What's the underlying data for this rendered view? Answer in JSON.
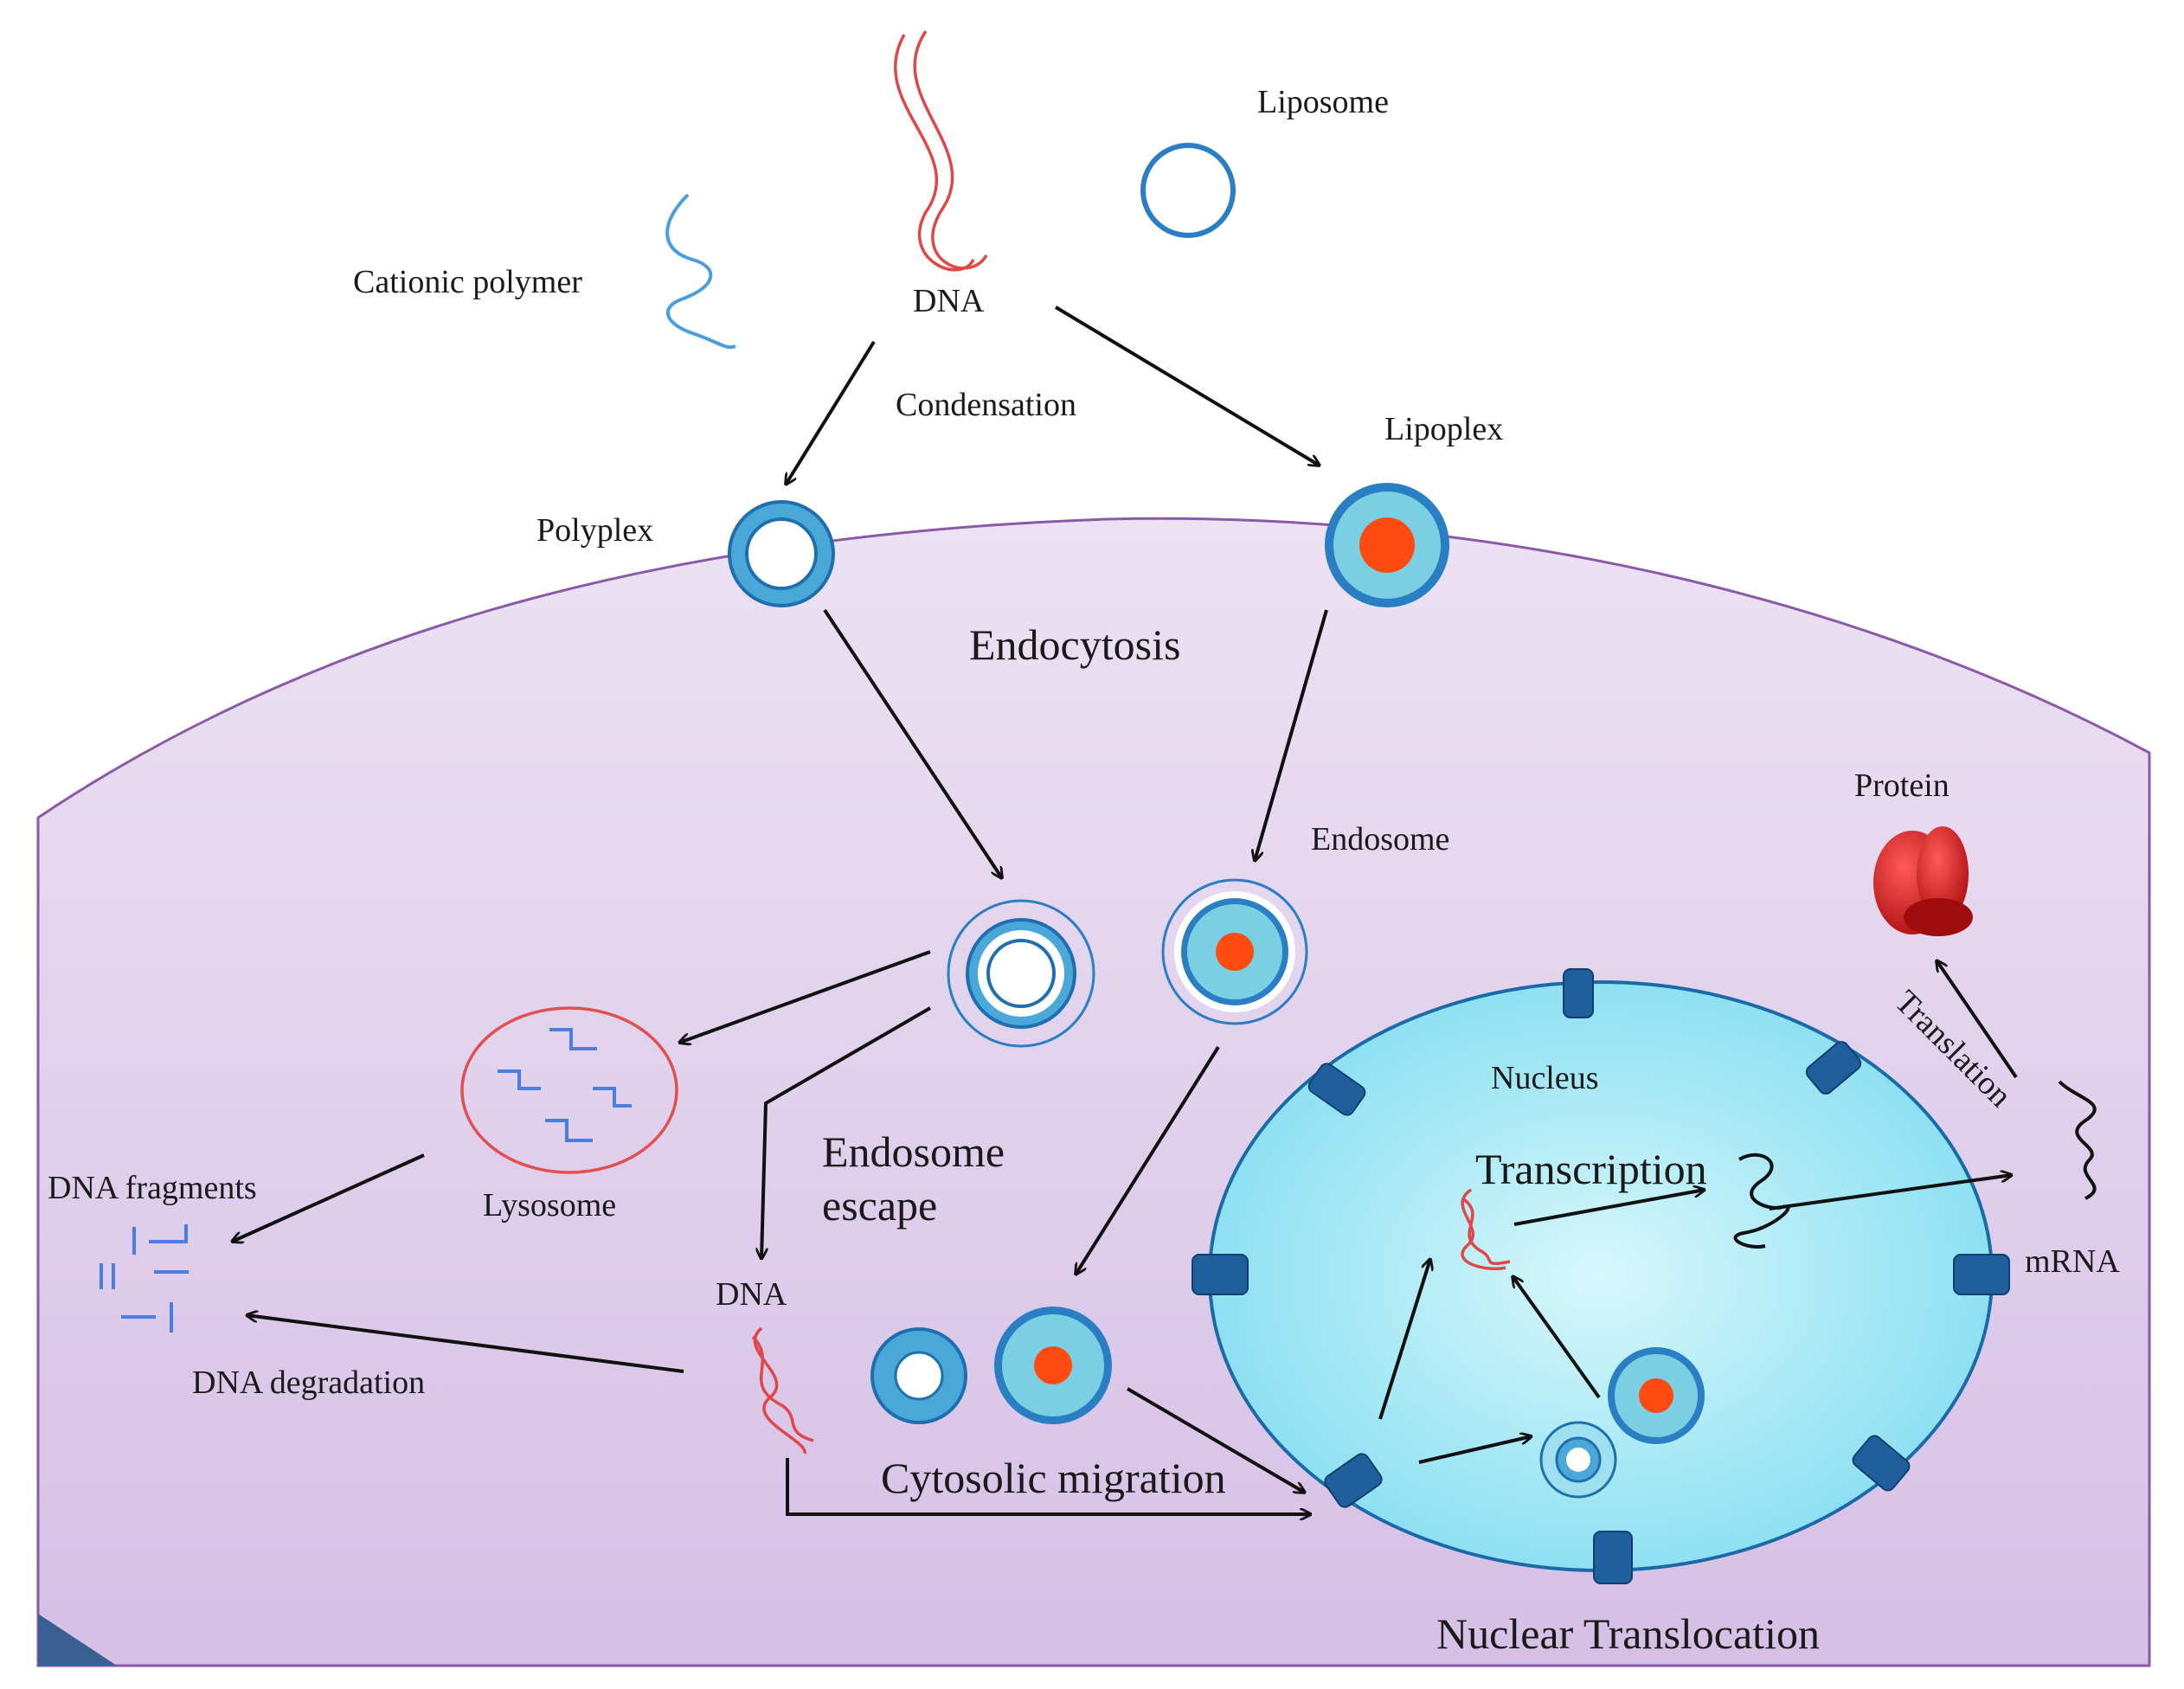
{
  "labels": {
    "liposome": "Liposome",
    "cationic_polymer": "Cationic polymer",
    "dna_top": "DNA",
    "condensation": "Condensation",
    "lipoplex": "Lipoplex",
    "polyplex": "Polyplex",
    "endocytosis": "Endocytosis",
    "endosome": "Endosome",
    "protein": "Protein",
    "translation": "Translation",
    "nucleus": "Nucleus",
    "transcription": "Transcription",
    "mrna": "mRNA",
    "dna_fragments": "DNA fragments",
    "lysosome": "Lysosome",
    "endosome_escape_1": "Endosome",
    "endosome_escape_2": "escape",
    "dna_mid": "DNA",
    "dna_degradation": "DNA degradation",
    "cytosolic_migration": "Cytosolic migration",
    "nuclear_translocation": "Nuclear Translocation"
  },
  "colors": {
    "cell_fill": "#e3d3ee",
    "cell_stroke": "#8a5aa8",
    "nucleus_fill": "#9fe6f3",
    "nucleus_stroke": "#1a6aa8",
    "carrier_blue": "#2a7ec4",
    "lipoplex_fill": "#7ad0e2",
    "dna_red": "#e04848",
    "core_orange": "#ff4a10",
    "pore_blue": "#1f5f9c",
    "protein_red": "#d81e1e"
  }
}
